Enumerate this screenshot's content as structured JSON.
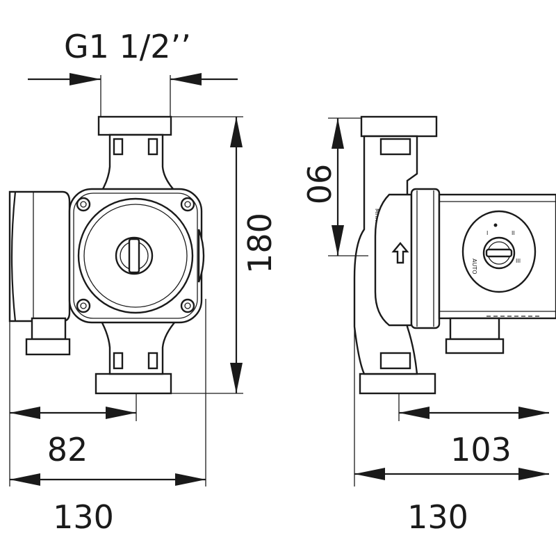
{
  "dimensions": {
    "thread": "G1 1/2’’",
    "height_front": "180",
    "width_82": "82",
    "width_130_front": "130",
    "height_side": "90",
    "depth_103": "103",
    "width_130_side": "130"
  },
  "body_markings": {
    "brand": "MHX",
    "mode_auto": "AUTO",
    "speed_marks": [
      "I",
      "II",
      "III"
    ]
  }
}
